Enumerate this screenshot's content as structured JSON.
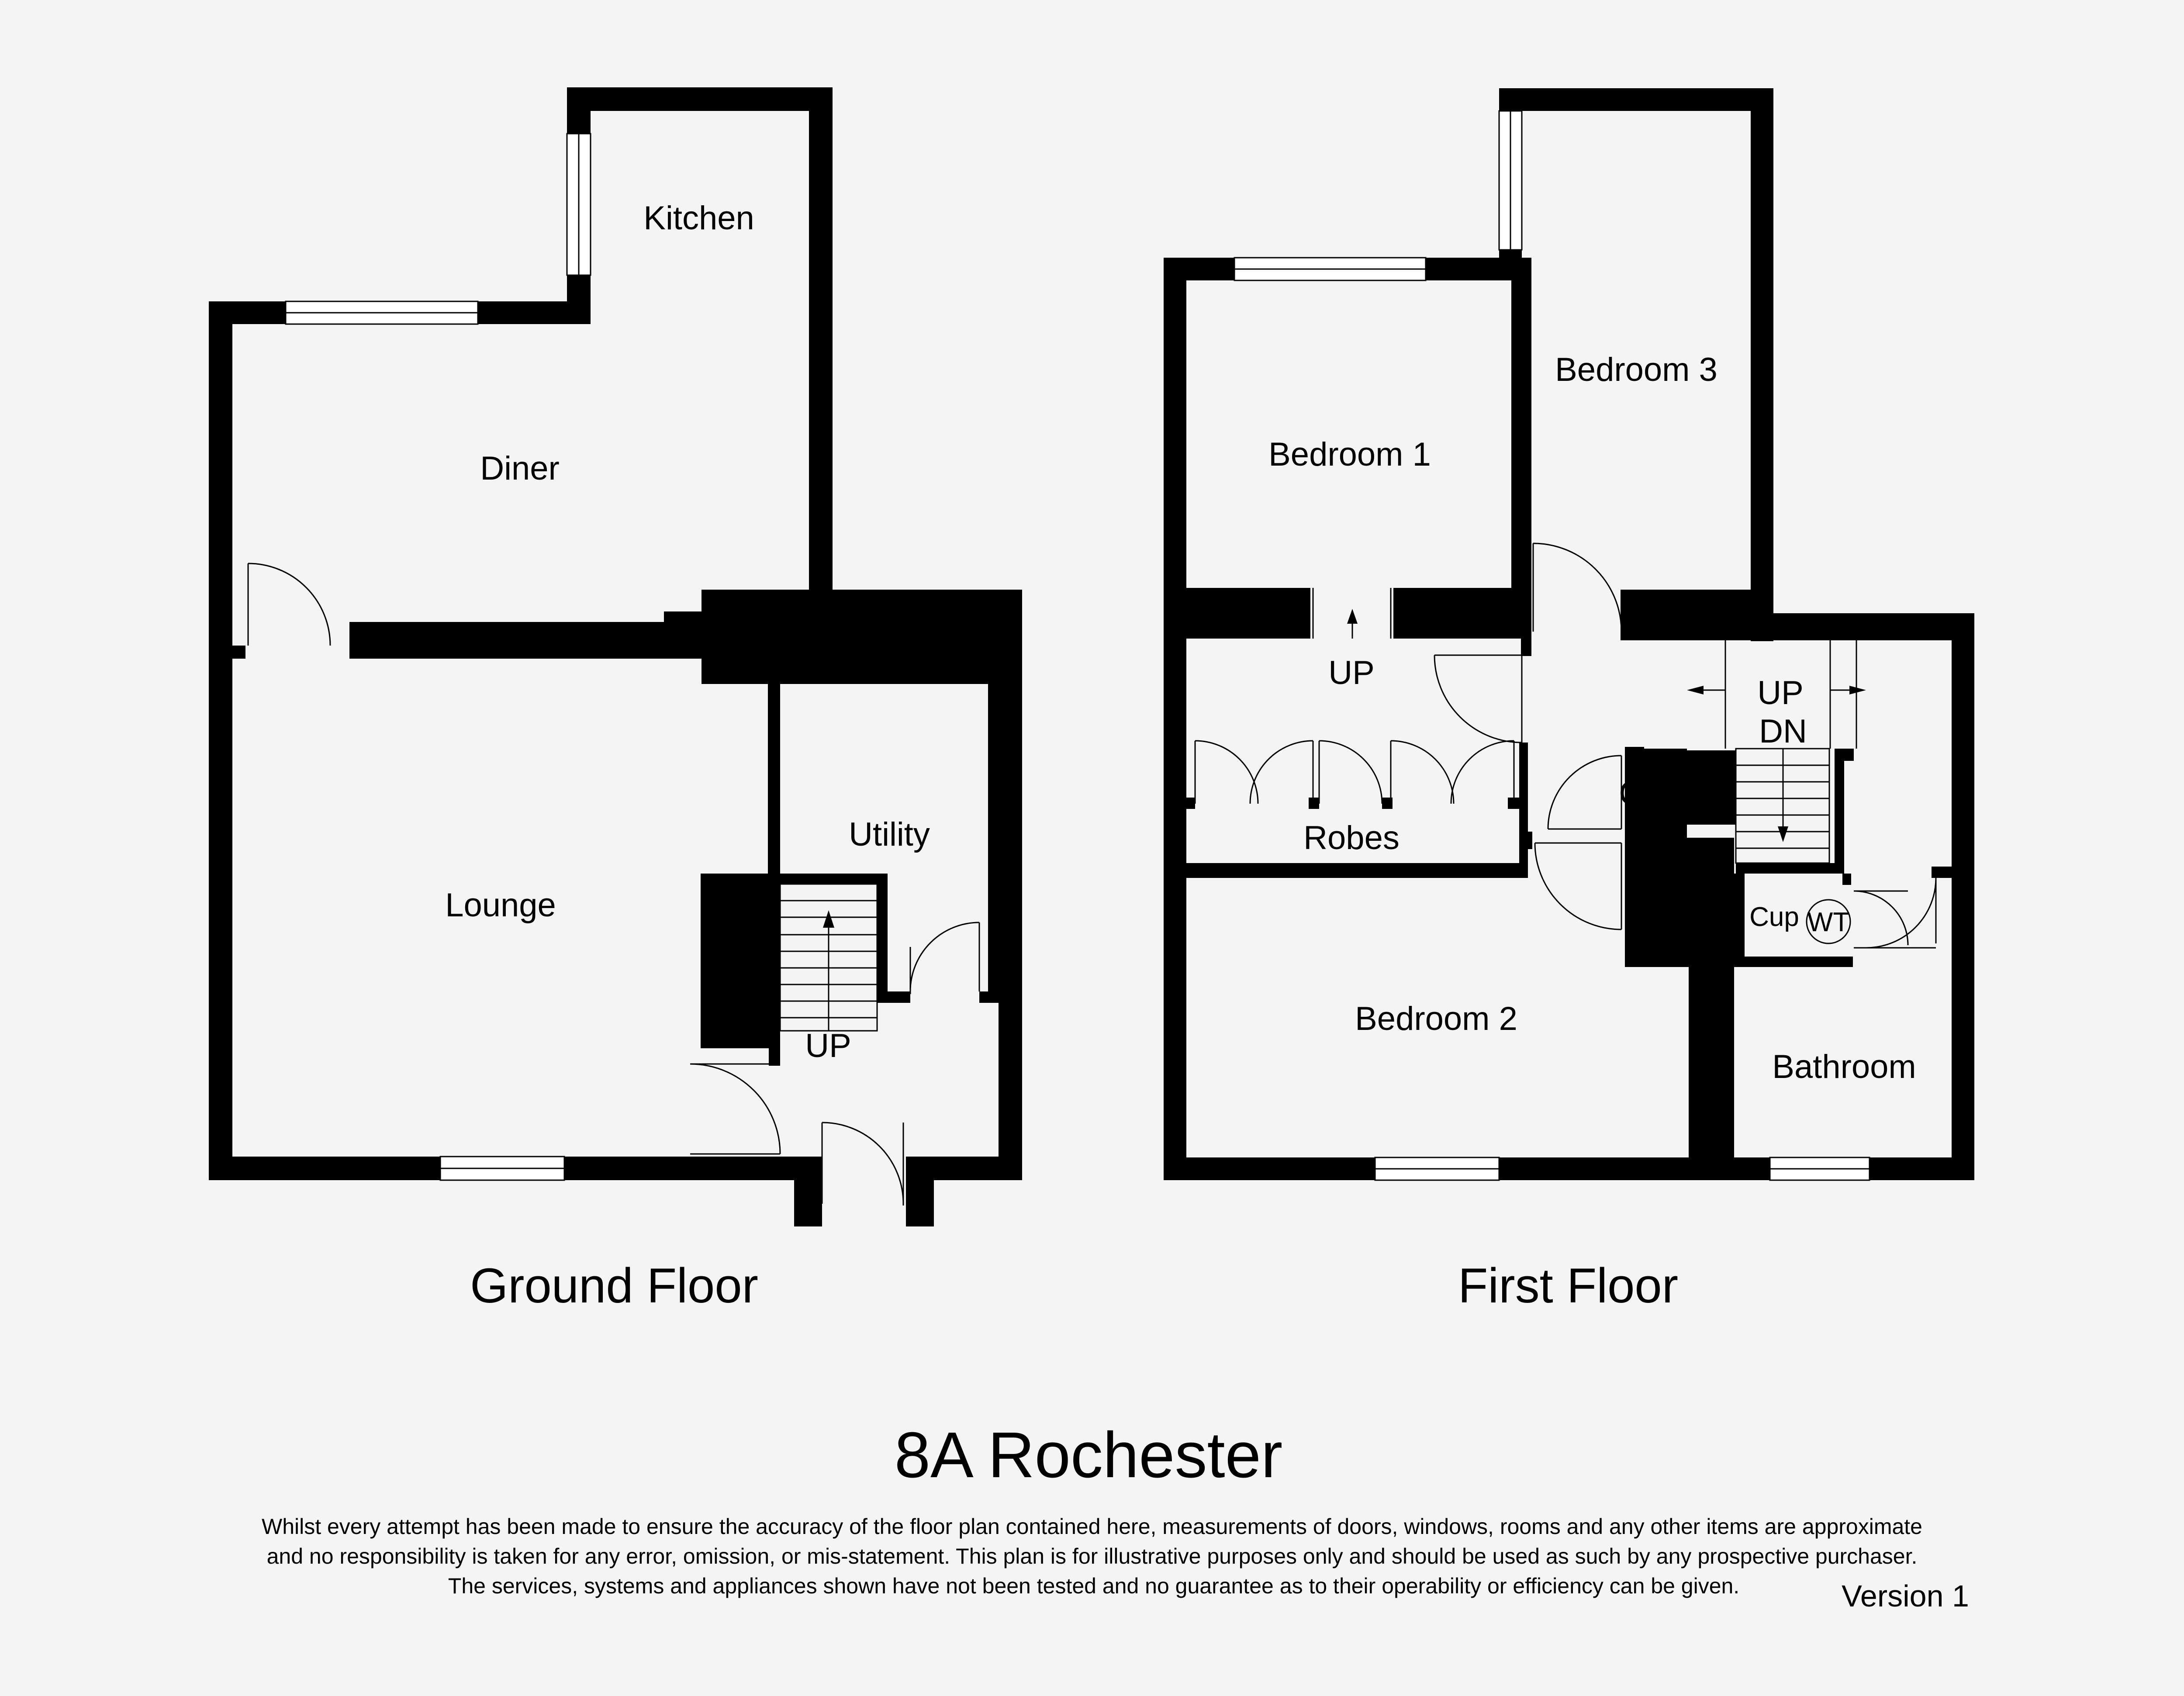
{
  "ground_floor": {
    "title": "Ground Floor",
    "rooms": {
      "kitchen": "Kitchen",
      "diner": "Diner",
      "lounge": "Lounge",
      "utility": "Utility"
    },
    "stairs_label": "UP"
  },
  "first_floor": {
    "title": "First Floor",
    "rooms": {
      "bedroom1": "Bedroom 1",
      "bedroom2": "Bedroom 2",
      "bedroom3": "Bedroom 3",
      "bathroom": "Bathroom",
      "robes": "Robes",
      "cupboard_landing": "Cup",
      "cupboard_bath": "Cup",
      "wc": "WT"
    },
    "landing_up_label": "UP",
    "stairs_up_label": "UP",
    "stairs_down_label": "DN"
  },
  "footer": {
    "property_name": "8A Rochester",
    "disclaimer_line1": "Whilst every attempt has been made to ensure the accuracy of the floor plan contained here, measurements of doors, windows, rooms and any other items are approximate",
    "disclaimer_line2": "and no responsibility is taken for any error, omission, or mis-statement. This plan is for illustrative purposes only and should be used as such by any prospective purchaser.",
    "disclaimer_line3": "The services, systems and appliances shown have not been tested and no guarantee as to their operability or efficiency can be given.",
    "version": "Version 1"
  }
}
